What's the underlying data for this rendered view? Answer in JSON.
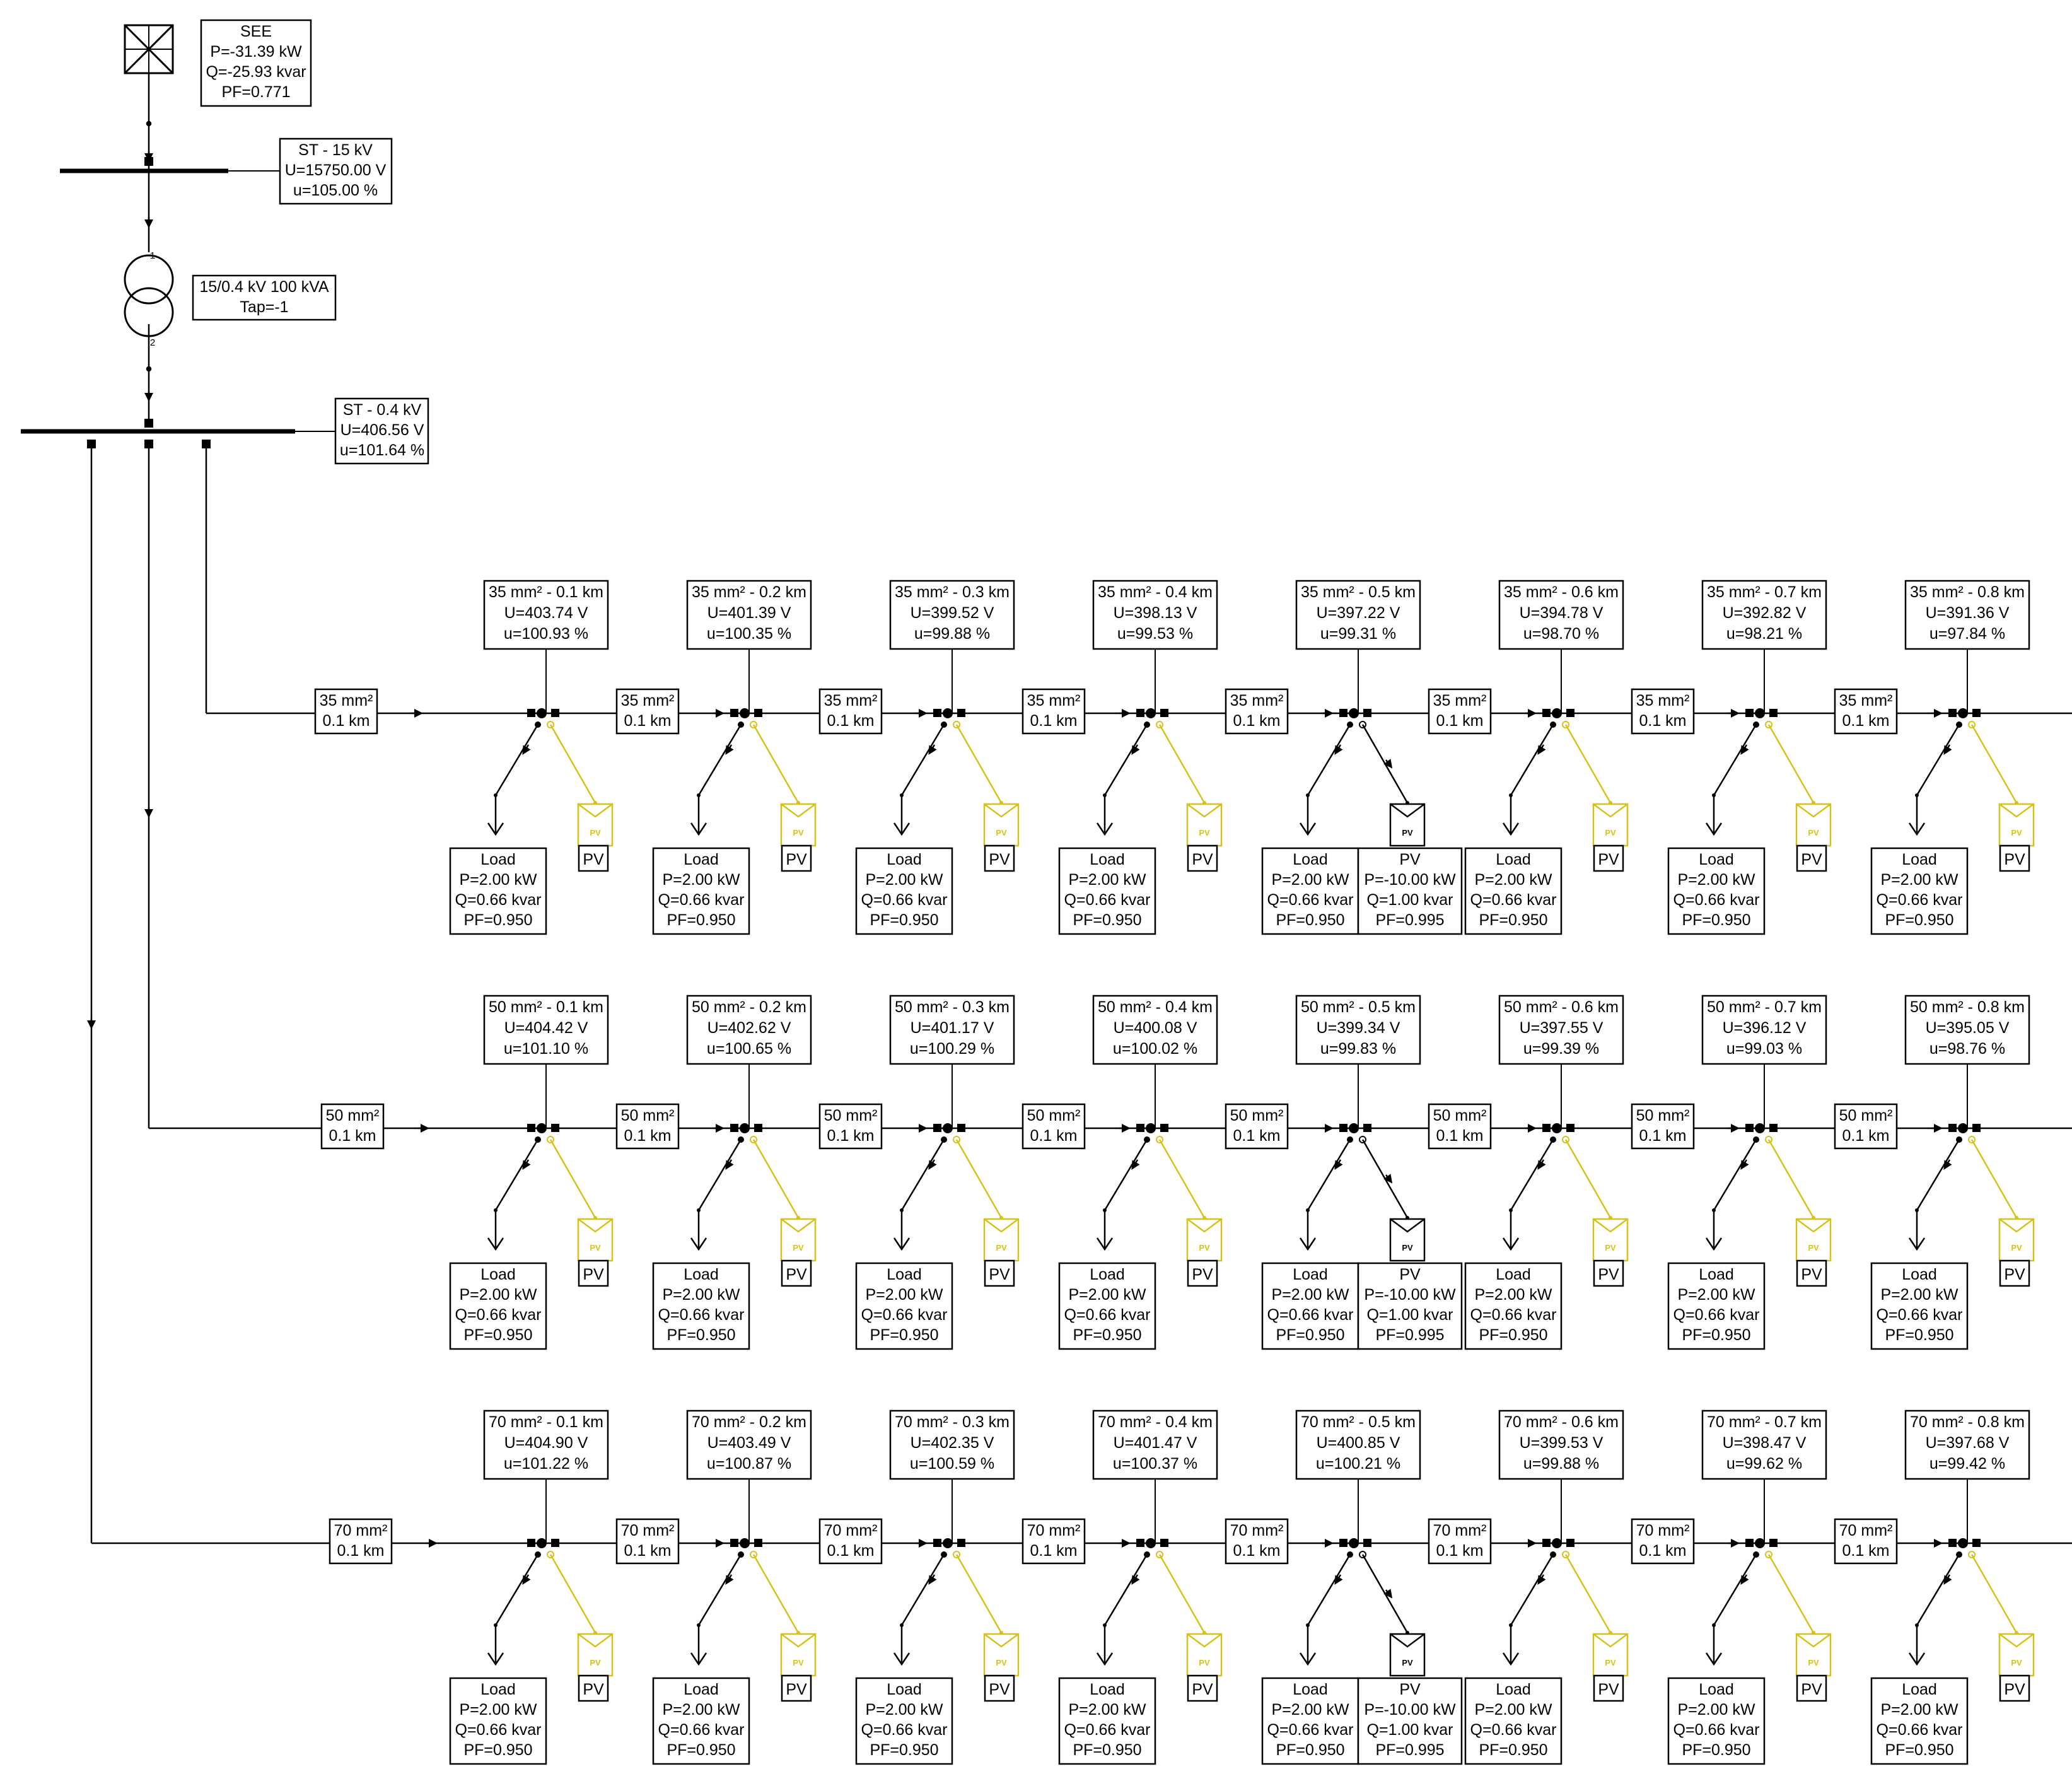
{
  "colors": {
    "line": "#000000",
    "pv_inactive": "#d6c21a",
    "pv_active": "#000000",
    "background": "#ffffff"
  },
  "icons": {
    "grid_source": "grid-source-icon",
    "transformer": "transformer-icon",
    "load": "load-arrow-icon",
    "pv": "pv-panel-icon"
  },
  "source": {
    "name": "SEE",
    "p": "P=-31.39 kW",
    "q": "Q=-25.93 kvar",
    "pf": "PF=0.771"
  },
  "mv_bus": {
    "name": "ST - 15 kV",
    "u": "U=15750.00 V",
    "u_pct": "u=105.00 %"
  },
  "transformer": {
    "rating": "15/0.4 kV 100 kVA",
    "tap": "Tap=-1",
    "terminal_hv": "1",
    "terminal_lv": "2"
  },
  "lv_bus": {
    "name": "ST - 0.4 kV",
    "u": "U=406.56 V",
    "u_pct": "u=101.64 %"
  },
  "feeders": [
    {
      "cable": "35 mm²",
      "segment_length": "0.1 km",
      "nodes": [
        {
          "name": "35 mm² - 0.1 km",
          "u": "U=403.74 V",
          "u_pct": "u=100.93 %"
        },
        {
          "name": "35 mm² - 0.2 km",
          "u": "U=401.39 V",
          "u_pct": "u=100.35 %"
        },
        {
          "name": "35 mm² - 0.3 km",
          "u": "U=399.52 V",
          "u_pct": "u=99.88 %"
        },
        {
          "name": "35 mm² - 0.4 km",
          "u": "U=398.13 V",
          "u_pct": "u=99.53 %"
        },
        {
          "name": "35 mm² - 0.5 km",
          "u": "U=397.22 V",
          "u_pct": "u=99.31 %"
        },
        {
          "name": "35 mm² - 0.6 km",
          "u": "U=394.78 V",
          "u_pct": "u=98.70 %"
        },
        {
          "name": "35 mm² - 0.7 km",
          "u": "U=392.82 V",
          "u_pct": "u=98.21 %"
        },
        {
          "name": "35 mm² - 0.8 km",
          "u": "U=391.36 V",
          "u_pct": "u=97.84 %"
        }
      ]
    },
    {
      "cable": "50 mm²",
      "segment_length": "0.1 km",
      "nodes": [
        {
          "name": "50 mm² - 0.1 km",
          "u": "U=404.42 V",
          "u_pct": "u=101.10 %"
        },
        {
          "name": "50 mm² - 0.2 km",
          "u": "U=402.62 V",
          "u_pct": "u=100.65 %"
        },
        {
          "name": "50 mm² - 0.3 km",
          "u": "U=401.17 V",
          "u_pct": "u=100.29 %"
        },
        {
          "name": "50 mm² - 0.4 km",
          "u": "U=400.08 V",
          "u_pct": "u=100.02 %"
        },
        {
          "name": "50 mm² - 0.5 km",
          "u": "U=399.34 V",
          "u_pct": "u=99.83 %"
        },
        {
          "name": "50 mm² - 0.6 km",
          "u": "U=397.55 V",
          "u_pct": "u=99.39 %"
        },
        {
          "name": "50 mm² - 0.7 km",
          "u": "U=396.12 V",
          "u_pct": "u=99.03 %"
        },
        {
          "name": "50 mm² - 0.8 km",
          "u": "U=395.05 V",
          "u_pct": "u=98.76 %"
        }
      ]
    },
    {
      "cable": "70 mm²",
      "segment_length": "0.1 km",
      "nodes": [
        {
          "name": "70 mm² - 0.1 km",
          "u": "U=404.90 V",
          "u_pct": "u=101.22 %"
        },
        {
          "name": "70 mm² - 0.2 km",
          "u": "U=403.49 V",
          "u_pct": "u=100.87 %"
        },
        {
          "name": "70 mm² - 0.3 km",
          "u": "U=402.35 V",
          "u_pct": "u=100.59 %"
        },
        {
          "name": "70 mm² - 0.4 km",
          "u": "U=401.47 V",
          "u_pct": "u=100.37 %"
        },
        {
          "name": "70 mm² - 0.5 km",
          "u": "U=400.85 V",
          "u_pct": "u=100.21 %"
        },
        {
          "name": "70 mm² - 0.6 km",
          "u": "U=399.53 V",
          "u_pct": "u=99.88 %"
        },
        {
          "name": "70 mm² - 0.7 km",
          "u": "U=398.47 V",
          "u_pct": "u=99.62 %"
        },
        {
          "name": "70 mm² - 0.8 km",
          "u": "U=397.68 V",
          "u_pct": "u=99.42 %"
        }
      ]
    }
  ],
  "load": {
    "name": "Load",
    "p": "P=2.00 kW",
    "q": "Q=0.66 kvar",
    "pf": "PF=0.950"
  },
  "pv": {
    "name": "PV",
    "icon_text": "PV",
    "active_index": 4,
    "active": {
      "name": "PV",
      "p": "P=-10.00 kW",
      "q": "Q=1.00 kvar",
      "pf": "PF=0.995"
    }
  }
}
